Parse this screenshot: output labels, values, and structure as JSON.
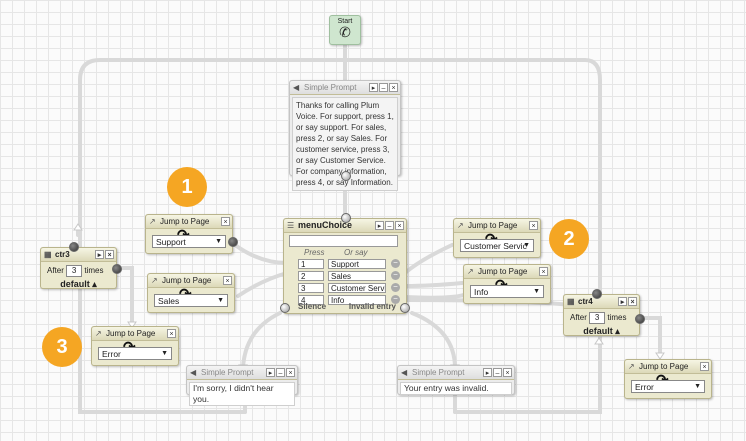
{
  "start": {
    "label": "Start"
  },
  "simple_prompt_main": {
    "title": "Simple Prompt",
    "text": "Thanks for calling Plum Voice. For support, press 1, or say support. For sales, press 2, or say Sales. For customer service, press 3, or say Customer Service. For company information, press 4, or say Information."
  },
  "menu": {
    "title": "menuChoice",
    "col_press": "Press",
    "col_say": "Or say",
    "options": [
      {
        "num": "1",
        "label": "Support"
      },
      {
        "num": "2",
        "label": "Sales"
      },
      {
        "num": "3",
        "label": "Customer Servi"
      },
      {
        "num": "4",
        "label": "Info"
      }
    ],
    "silence": "Silence",
    "invalid": "Invalid entry"
  },
  "jumps": [
    {
      "title": "Jump to Page",
      "value": "Support"
    },
    {
      "title": "Jump to Page",
      "value": "Sales"
    },
    {
      "title": "Jump to Page",
      "value": "Customer Servic"
    },
    {
      "title": "Jump to Page",
      "value": "Info"
    },
    {
      "title": "Jump to Page",
      "value": "Error"
    },
    {
      "title": "Jump to Page",
      "value": "Error"
    }
  ],
  "counters": [
    {
      "title": "ctr3",
      "after": "After",
      "count": "3",
      "times": "times",
      "default": "default"
    },
    {
      "title": "ctr4",
      "after": "After",
      "count": "3",
      "times": "times",
      "default": "default"
    }
  ],
  "prompt_silence": {
    "title": "Simple Prompt",
    "text": "I'm sorry, I didn't hear you."
  },
  "prompt_invalid": {
    "title": "Simple Prompt",
    "text": "Your entry was invalid."
  },
  "callouts": [
    "1",
    "2",
    "3"
  ],
  "colors": {
    "callout": "#f5a623",
    "node": "#ebe9cf",
    "start": "#cfe6cf",
    "wire": "#dcdcdc"
  }
}
